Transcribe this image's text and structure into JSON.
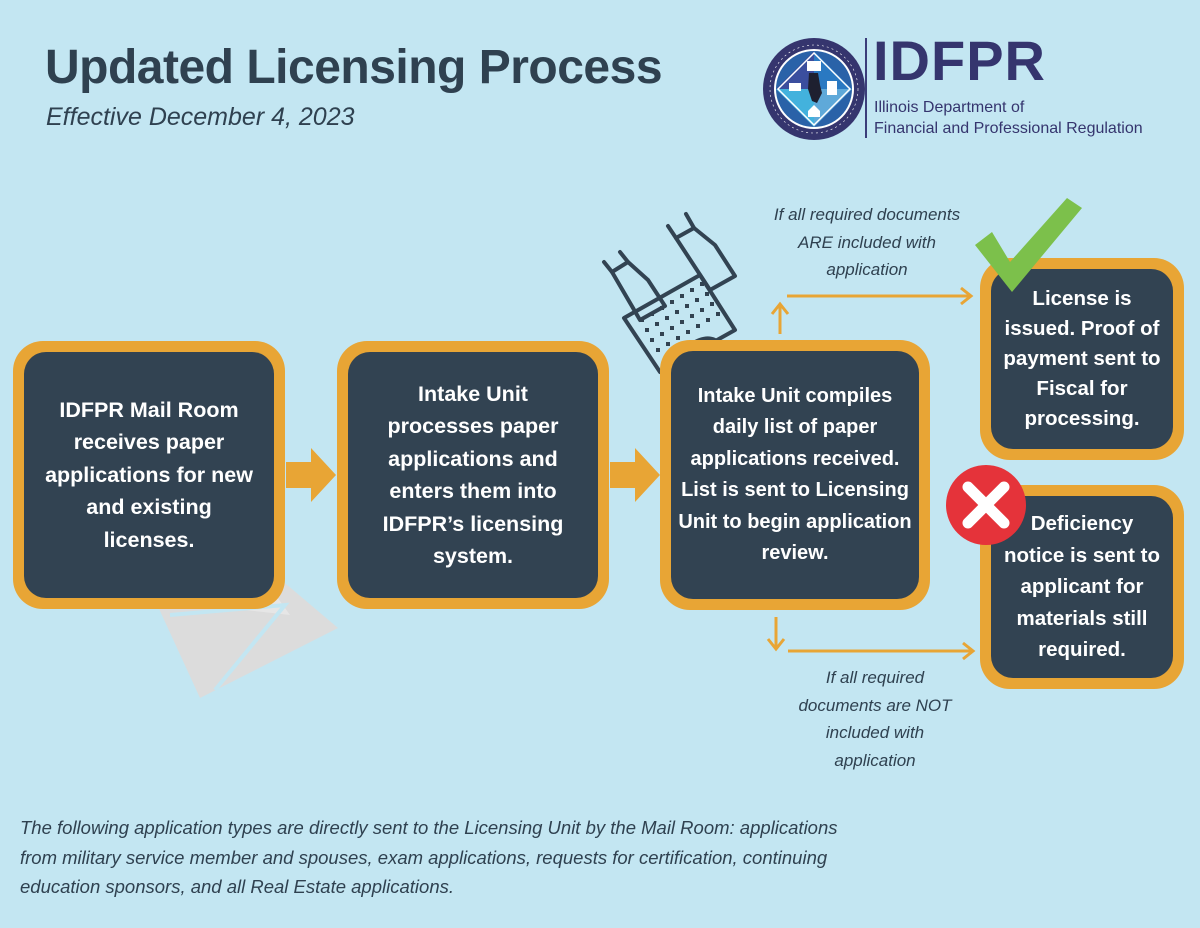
{
  "header": {
    "title": "Updated Licensing Process",
    "subtitle": "Effective December 4, 2023"
  },
  "logo": {
    "name": "IDFPR",
    "dept_line1": "Illinois Department of",
    "dept_line2": "Financial and Professional Regulation",
    "seal_icon": "state-seal-icon"
  },
  "steps": [
    {
      "id": "mail-room",
      "text": "IDFPR Mail Room receives paper applications for new and existing licenses.",
      "icon": "envelope-icon"
    },
    {
      "id": "intake-processing",
      "text": "Intake Unit processes paper applications and enters them into IDFPR’s licensing system."
    },
    {
      "id": "intake-compiles",
      "text": "Intake Unit compiles daily list of paper applications received. List is sent to Licensing Unit to begin application review.",
      "icon": "typing-keyboard-icon"
    }
  ],
  "outcomes": [
    {
      "id": "license-issued",
      "text": "License is issued. Proof of payment sent to Fiscal for processing.",
      "icon": "checkmark-icon",
      "condition": "If all required documents ARE included with application"
    },
    {
      "id": "deficiency-notice",
      "text": "Deficiency notice is sent to applicant for materials still required.",
      "icon": "x-icon",
      "condition": "If all required documents are NOT included with application"
    }
  ],
  "footnote": "The following application types are directly sent to the Licensing Unit by the Mail Room: applications from military service member and spouses, exam applications, requests for certification, continuing education sponsors, and all Real Estate applications.",
  "colors": {
    "background": "#c3e6f2",
    "box_border": "#e8a535",
    "box_fill": "#324352",
    "text_dark": "#2f4150",
    "brand": "#35356e",
    "check": "#7cc04b",
    "x_circle": "#e5333a"
  }
}
